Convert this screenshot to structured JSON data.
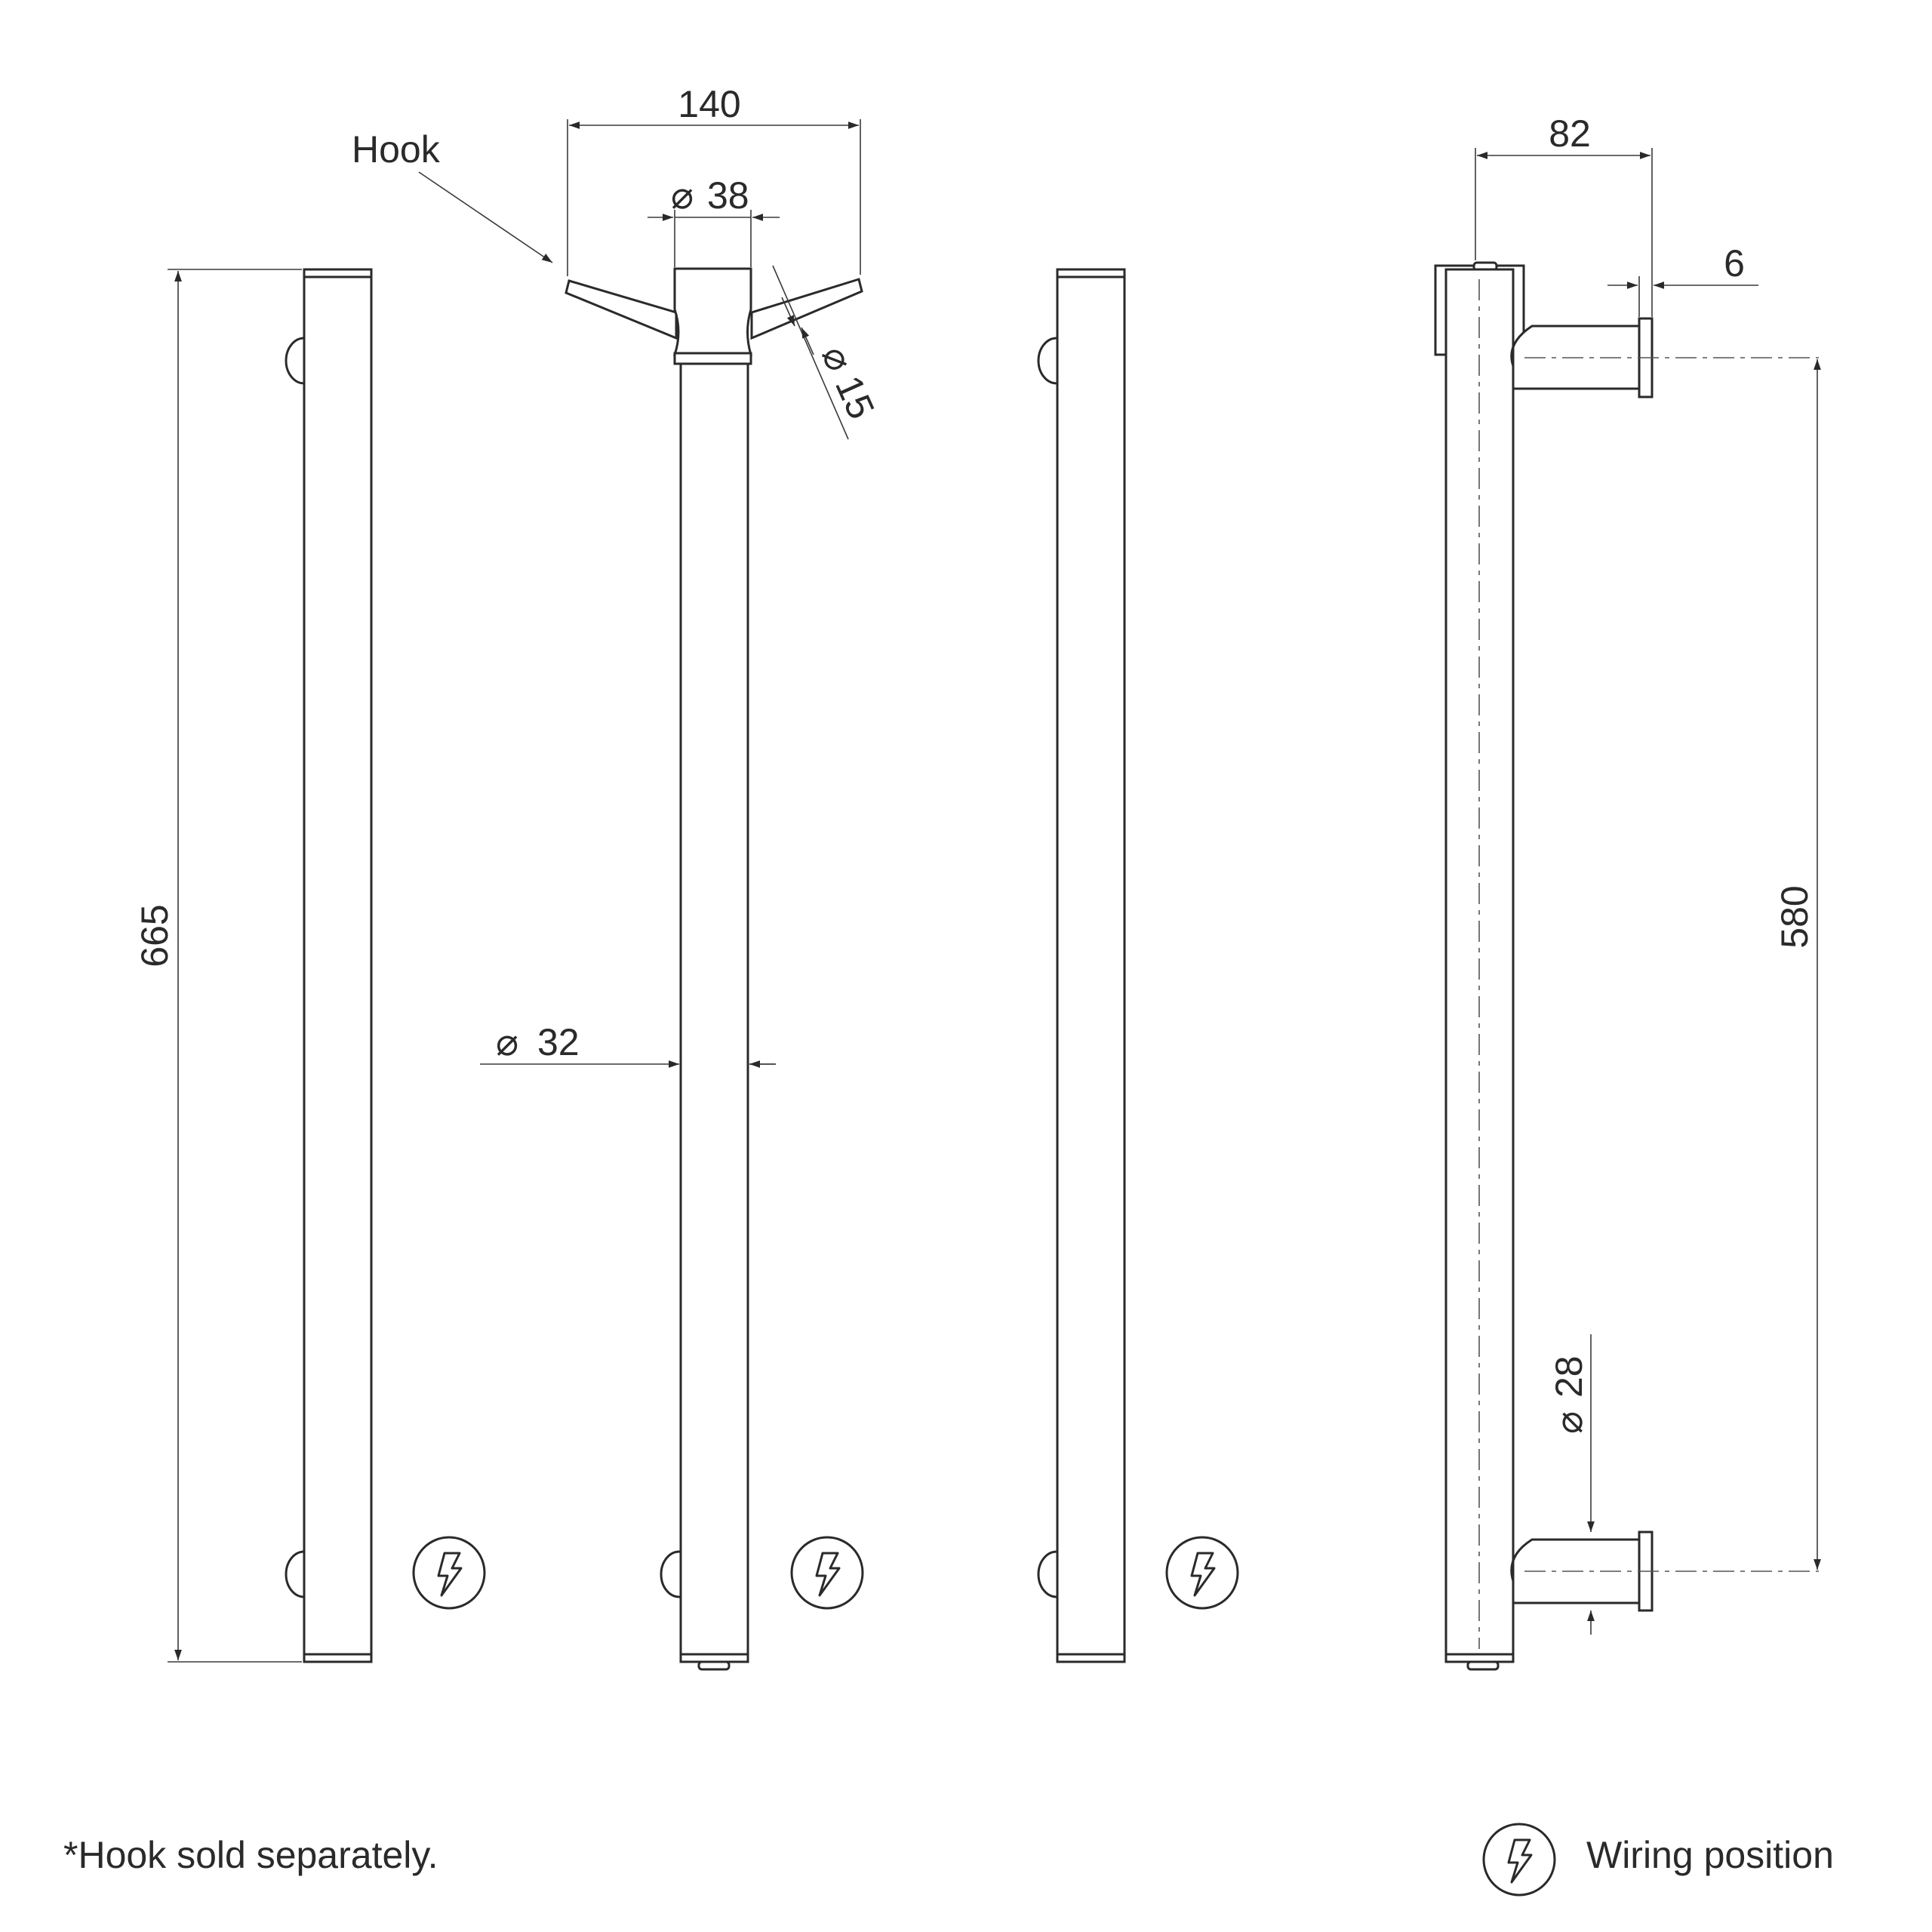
{
  "dimensions": {
    "overall_height": "665",
    "hook_span": "140",
    "post_diameter_top": "38",
    "hook_diameter": "15",
    "rail_diameter": "32",
    "projection": "82",
    "flange_thickness": "6",
    "bracket_centres": "580",
    "bracket_diameter": "28"
  },
  "labels": {
    "hook": "Hook",
    "diameter_symbol": "⌀"
  },
  "notes": {
    "hook_note": "*Hook sold separately.",
    "legend_wiring": "Wiring position"
  },
  "icons": {
    "wiring": "lightning-bolt-circle-icon"
  },
  "colors": {
    "line": "#2a2a2a",
    "background": "#ffffff"
  }
}
